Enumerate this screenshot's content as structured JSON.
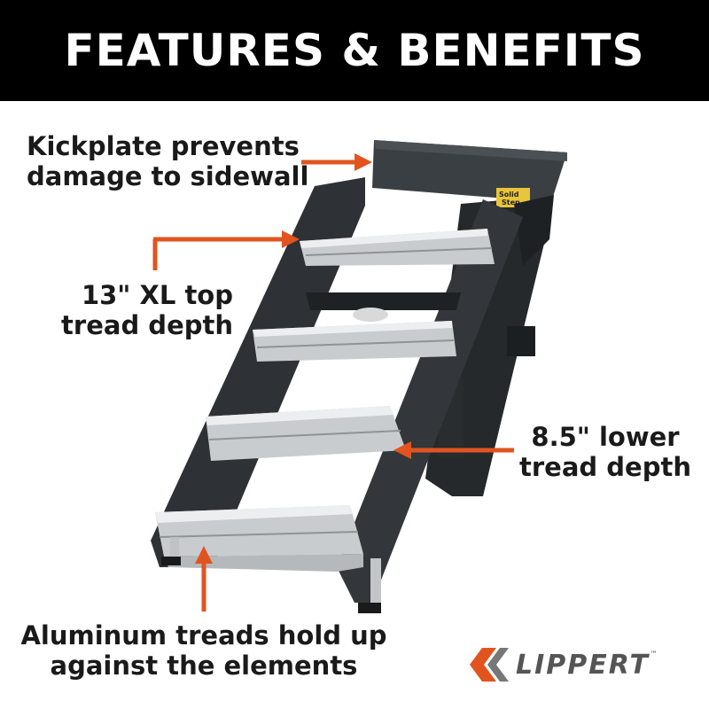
{
  "header": {
    "title": "FEATURES & BENEFITS"
  },
  "callouts": {
    "kickplate": {
      "line1": "Kickplate prevents",
      "line2": "damage to sidewall"
    },
    "top_tread": {
      "line1": "13\" XL top",
      "line2": "tread depth"
    },
    "lower_tread": {
      "line1": "8.5\" lower",
      "line2": "tread depth"
    },
    "treads": {
      "line1": "Aluminum treads hold up",
      "line2": "against the elements"
    }
  },
  "product": {
    "badge_line1": "Solid",
    "badge_line2": "Step"
  },
  "brand": {
    "name": "LIPPERT",
    "tm": "™"
  },
  "colors": {
    "accent_arrow": "#e2541f",
    "header_bg": "#000000",
    "frame": "#2e3236",
    "tread": "#c9ccce"
  }
}
